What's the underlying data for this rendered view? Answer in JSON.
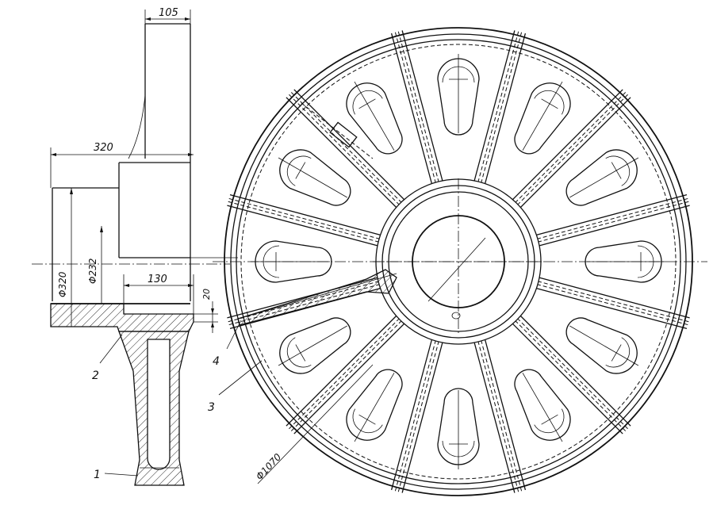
{
  "dimensions": {
    "width_top": "105",
    "overall_width": "320",
    "dia_320": "Φ320",
    "dia_232": "Φ232",
    "inner_130": "130",
    "small_20": "20",
    "outer_dia": "Φ1070"
  },
  "callouts": {
    "c1": "1",
    "c2": "2",
    "c3": "3",
    "c4": "4"
  },
  "colors": {
    "line": "#111111",
    "background": "#ffffff"
  }
}
